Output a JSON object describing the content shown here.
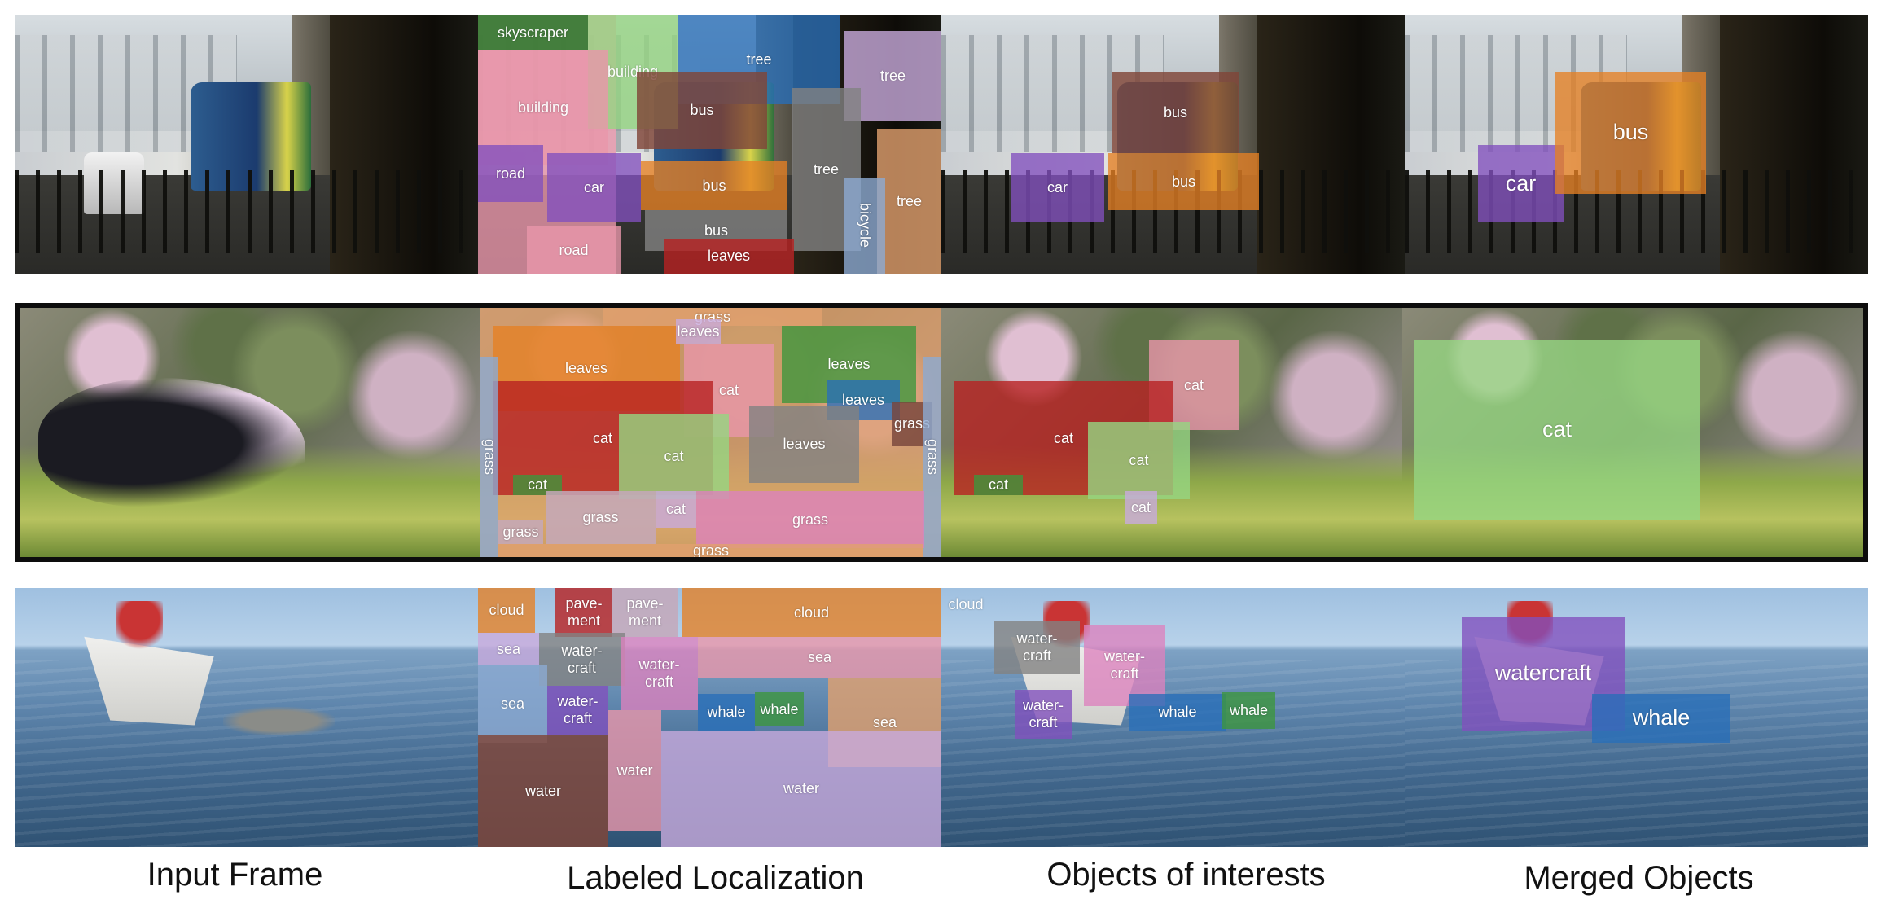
{
  "columns": [
    "Input Frame",
    "Labeled Localization",
    "Objects of interests",
    "Merged Objects"
  ],
  "rows": [
    {
      "scene": "street",
      "labeled_localization": [
        "skyscraper",
        "building",
        "building",
        "tree",
        "tree",
        "bus",
        "tree",
        "road",
        "car",
        "bus",
        "bus",
        "tree",
        "bicycle",
        "road",
        "leaves"
      ],
      "objects_of_interests": [
        "bus",
        "car",
        "bus"
      ],
      "merged_objects": [
        "car",
        "bus"
      ]
    },
    {
      "scene": "cat",
      "labeled_localization": [
        "grass",
        "leaves",
        "leaves",
        "cat",
        "leaves",
        "leaves",
        "grass",
        "cat",
        "cat",
        "leaves",
        "grass",
        "grass",
        "cat",
        "cat",
        "grass",
        "grass",
        "grass",
        "grass"
      ],
      "objects_of_interests": [
        "cat",
        "cat",
        "cat",
        "cat",
        "cat"
      ],
      "merged_objects": [
        "cat"
      ]
    },
    {
      "scene": "sea",
      "labeled_localization": [
        "cloud",
        "pave-\nment",
        "pave-\nment",
        "cloud",
        "sea",
        "water-\ncraft",
        "water-\ncraft",
        "sea",
        "sea",
        "water-\ncraft",
        "whale",
        "whale",
        "sea",
        "water",
        "water",
        "water"
      ],
      "objects_of_interests": [
        "cloud",
        "water-\ncraft",
        "water-\ncraft",
        "water-\ncraft",
        "whale",
        "whale"
      ],
      "merged_objects": [
        "watercraft",
        "whale"
      ]
    }
  ]
}
